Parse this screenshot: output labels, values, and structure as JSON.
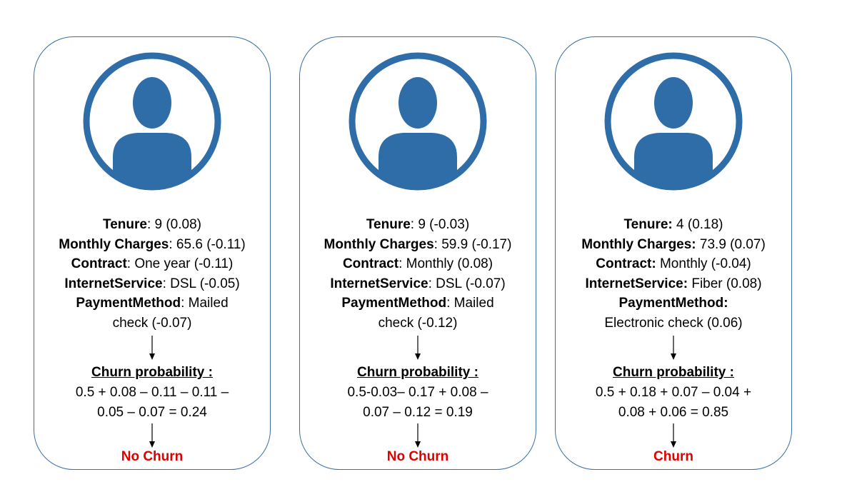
{
  "colors": {
    "border": "#3a6ea5",
    "icon": "#2e6da8",
    "result": "#e00000"
  },
  "cards": [
    {
      "tenure_label": "Tenure",
      "tenure_value": ": 9 (0.08)",
      "monthly_label": "Monthly Charges",
      "monthly_value": ": 65.6 (-0.11)",
      "contract_label": "Contract",
      "contract_value": ": One year (-0.11)",
      "internet_label": "InternetService",
      "internet_value": ": DSL (-0.05)",
      "payment_label": "PaymentMethod",
      "payment_value": ": Mailed check (-0.07)",
      "churn_heading": "Churn probability :",
      "formula_line1": "0.5 + 0.08 – 0.11 – 0.11 –",
      "formula_line2": "0.05 – 0.07 = 0.24",
      "result": "No Churn"
    },
    {
      "tenure_label": "Tenure",
      "tenure_value": ": 9 (-0.03)",
      "monthly_label": "Monthly Charges",
      "monthly_value": ": 59.9 (-0.17)",
      "contract_label": "Contract",
      "contract_value": ": Monthly (0.08)",
      "internet_label": "InternetService",
      "internet_value": ": DSL (-0.07)",
      "payment_label": "PaymentMethod",
      "payment_value": ": Mailed check (-0.12)",
      "churn_heading": "Churn probability :",
      "formula_line1": "0.5-0.03– 0.17 + 0.08 –",
      "formula_line2": "0.07 – 0.12 = 0.19",
      "result": "No Churn"
    },
    {
      "tenure_label": "Tenure:",
      "tenure_value": " 4 (0.18)",
      "monthly_label": "Monthly Charges:",
      "monthly_value": " 73.9 (0.07)",
      "contract_label": "Contract:",
      "contract_value": " Monthly (-0.04)",
      "internet_label": "InternetService:",
      "internet_value": " Fiber (0.08)",
      "payment_label": "PaymentMethod:",
      "payment_value": " Electronic check (0.06)",
      "churn_heading": "Churn probability :",
      "formula_line1": "0.5 + 0.18 + 0.07 – 0.04 +",
      "formula_line2": "0.08 + 0.06 = 0.85",
      "result": "Churn"
    }
  ]
}
